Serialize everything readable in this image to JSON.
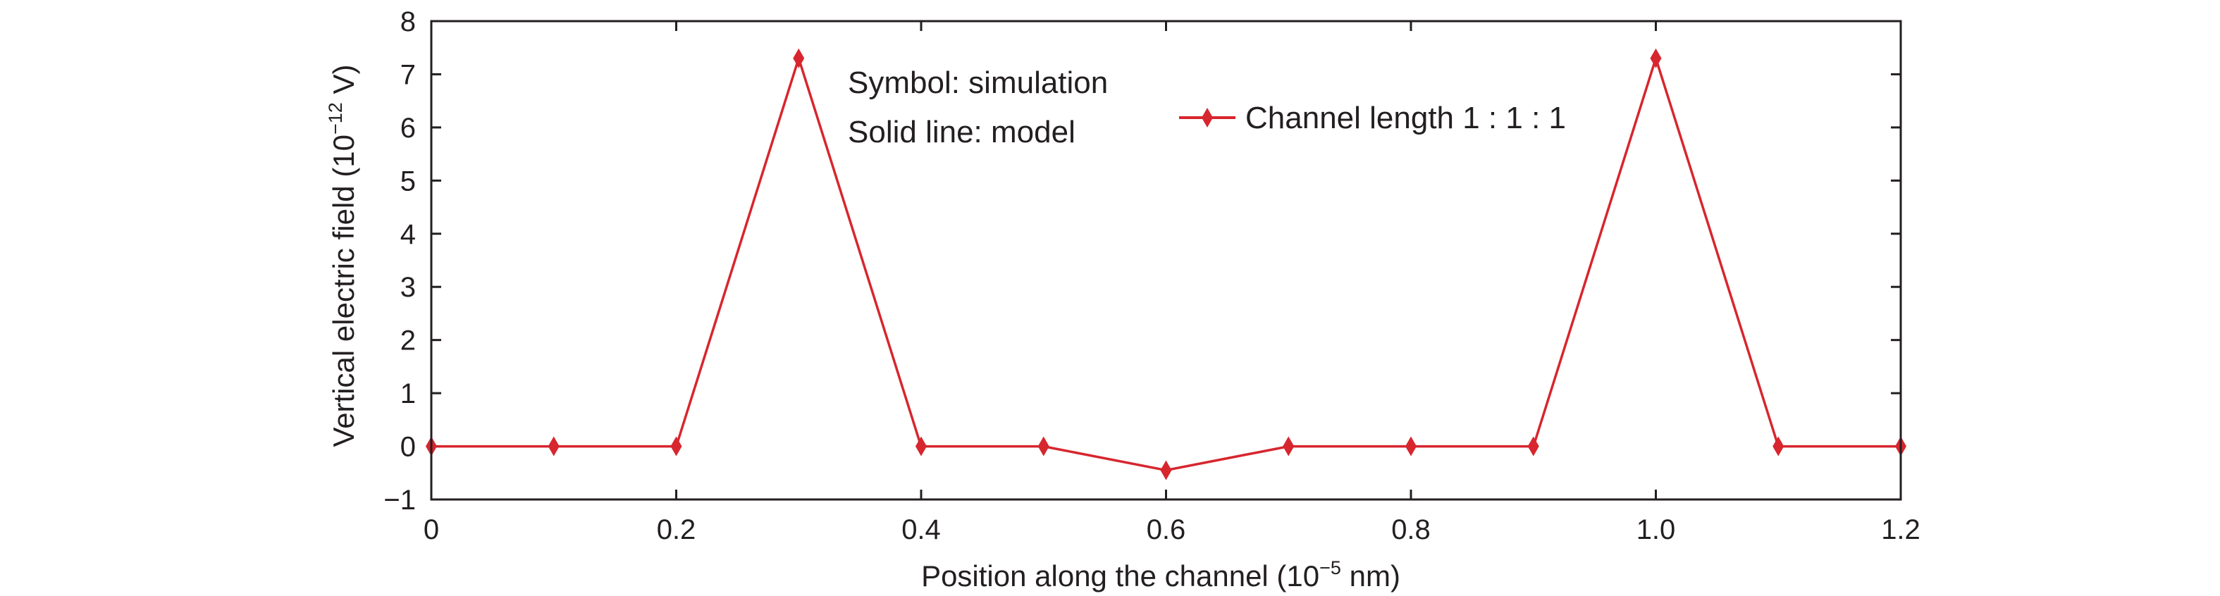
{
  "chart_data": {
    "type": "line",
    "title": "",
    "xlabel": {
      "prefix": "Position along the channel (10",
      "exp": "−5",
      "suffix": " nm)"
    },
    "ylabel": {
      "prefix": "Vertical electric field (10",
      "exp": "−12",
      "suffix": " V)"
    },
    "xlim": [
      0,
      1.2
    ],
    "ylim": [
      -1,
      8
    ],
    "xticks": [
      "0",
      "0.2",
      "0.4",
      "0.6",
      "0.8",
      "1.0",
      "1.2"
    ],
    "yticks": [
      "−1",
      "0",
      "1",
      "2",
      "3",
      "4",
      "5",
      "6",
      "7",
      "8"
    ],
    "annotations": [
      "Symbol: simulation",
      "Solid line: model"
    ],
    "legend_position": "top-right",
    "color": "#d7262e",
    "series": [
      {
        "name": "Channel length 1 : 1 : 1",
        "x": [
          0,
          0.1,
          0.2,
          0.3,
          0.4,
          0.5,
          0.6,
          0.7,
          0.8,
          0.9,
          1.0,
          1.1,
          1.2
        ],
        "y": [
          0,
          0,
          0,
          7.3,
          0,
          0,
          -0.45,
          0,
          0,
          0,
          7.3,
          0,
          0
        ]
      }
    ]
  }
}
